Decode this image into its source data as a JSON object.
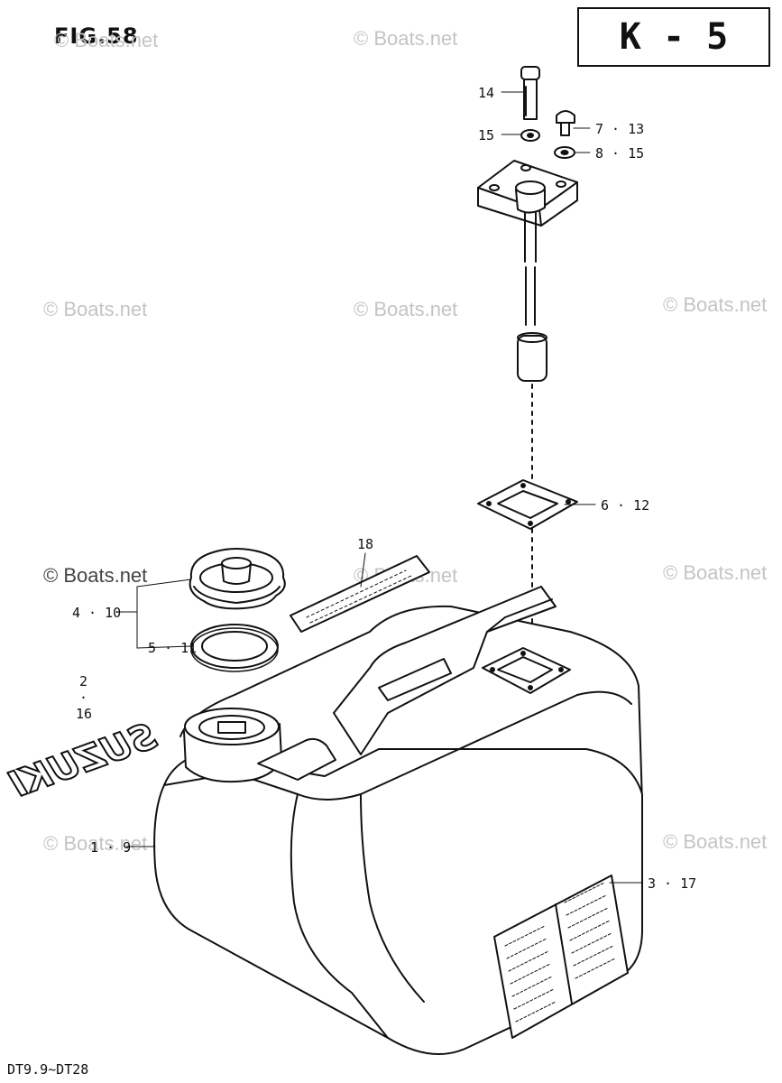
{
  "figure": {
    "title": "FIG.58",
    "page_code": "K - 5",
    "footer": "DT9.9~DT28"
  },
  "watermark": {
    "text": "© Boats.net"
  },
  "callouts": {
    "c14": "14",
    "c15": "15",
    "c7_13": "7 · 13",
    "c8_15": "8 · 15",
    "c6_12": "6 · 12",
    "c18": "18",
    "c4_10": "4 · 10",
    "c5_11": "5 · 11",
    "c2_16_top": "2",
    "c2_16_dot": "·",
    "c2_16_bottom": "16",
    "c1_9": "1 · 9",
    "c3_17": "3 · 17"
  },
  "logo": {
    "text": "SUZUKI"
  }
}
